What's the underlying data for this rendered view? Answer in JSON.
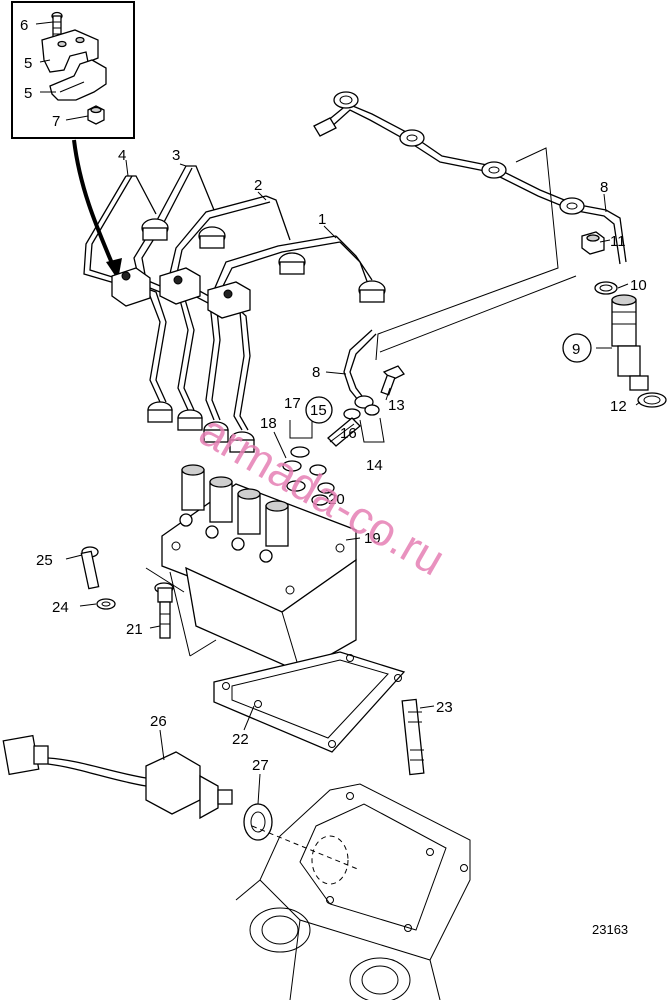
{
  "diagram": {
    "drawing_number": "23163",
    "watermark": "armada-co.ru",
    "callouts": [
      {
        "id": "c6",
        "text": "6"
      },
      {
        "id": "c5a",
        "text": "5"
      },
      {
        "id": "c5b",
        "text": "5"
      },
      {
        "id": "c7",
        "text": "7"
      },
      {
        "id": "c4",
        "text": "4"
      },
      {
        "id": "c3",
        "text": "3"
      },
      {
        "id": "c2",
        "text": "2"
      },
      {
        "id": "c1",
        "text": "1"
      },
      {
        "id": "c8a",
        "text": "8"
      },
      {
        "id": "c11",
        "text": "11"
      },
      {
        "id": "c10",
        "text": "10"
      },
      {
        "id": "c9",
        "text": "9"
      },
      {
        "id": "c12",
        "text": "12"
      },
      {
        "id": "c8b",
        "text": "8"
      },
      {
        "id": "c13",
        "text": "13"
      },
      {
        "id": "c17",
        "text": "17"
      },
      {
        "id": "c15",
        "text": "15"
      },
      {
        "id": "c18",
        "text": "18"
      },
      {
        "id": "c16",
        "text": "16"
      },
      {
        "id": "c14",
        "text": "14"
      },
      {
        "id": "c20",
        "text": "20"
      },
      {
        "id": "c19",
        "text": "19"
      },
      {
        "id": "c25",
        "text": "25"
      },
      {
        "id": "c24",
        "text": "24"
      },
      {
        "id": "c21",
        "text": "21"
      },
      {
        "id": "c23",
        "text": "23"
      },
      {
        "id": "c26",
        "text": "26"
      },
      {
        "id": "c22",
        "text": "22"
      },
      {
        "id": "c27",
        "text": "27"
      }
    ]
  }
}
